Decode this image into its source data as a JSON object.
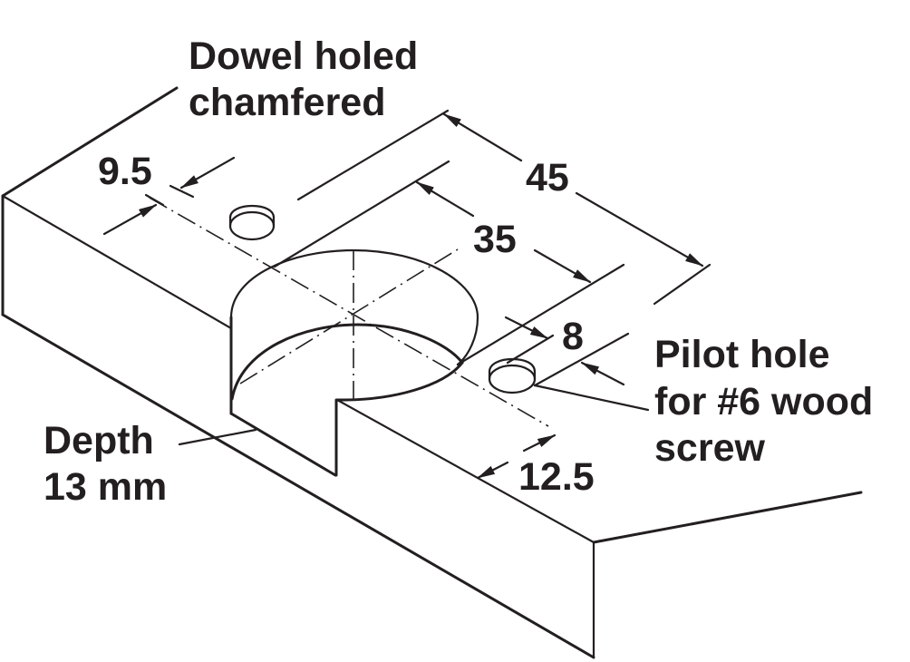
{
  "labels": {
    "dowel_line1": "Dowel holed",
    "dowel_line2": "chamfered",
    "dim_9_5": "9.5",
    "dim_45": "45",
    "dim_35": "35",
    "dim_8": "8",
    "pilot_line1": "Pilot hole",
    "pilot_line2": "for #6 wood",
    "pilot_line3": "screw",
    "depth_line1": "Depth",
    "depth_line2": "13 mm",
    "dim_12_5": "12.5"
  },
  "colors": {
    "ink": "#231f20",
    "background": "#ffffff"
  }
}
